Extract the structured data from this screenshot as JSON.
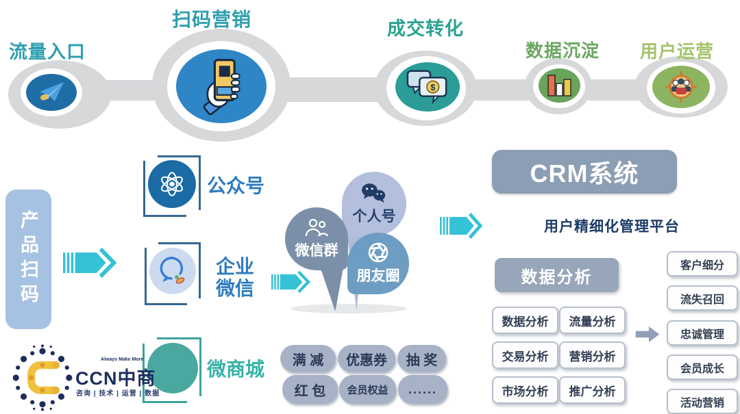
{
  "funnel": {
    "stages": [
      {
        "label": "流量入口",
        "icon": "paper-plane-icon",
        "label_color": "#2f9fae"
      },
      {
        "label": "扫码营销",
        "icon": "scan-phone-icon",
        "label_color": "#2f9fae"
      },
      {
        "label": "成交转化",
        "icon": "chat-money-icon",
        "label_color": "#2aa391"
      },
      {
        "label": "数据沉淀",
        "icon": "bar-chart-icon",
        "label_color": "#6aa75f"
      },
      {
        "label": "用户运营",
        "icon": "target-users-icon",
        "label_color": "#a4c36c"
      }
    ]
  },
  "left_bar": {
    "label": "产品扫码"
  },
  "channels": {
    "official_account": "公众号",
    "enterprise_wechat": "企业\n微信",
    "micro_mall": "微商城"
  },
  "bubbles": {
    "wechat_group": "微信群",
    "personal_account": "个人号",
    "moments": "朋友圈"
  },
  "promos": {
    "full_reduction": "满 减",
    "coupon": "优惠券",
    "lottery": "抽 奖",
    "red_packet": "红 包",
    "member_benefits": "会员权益",
    "more": "......"
  },
  "crm": {
    "title": "CRM系统",
    "subtitle": "用户精细化管理平台",
    "analysis_header": "数据分析",
    "analysis_buttons": [
      "数据分析",
      "流量分析",
      "交易分析",
      "营销分析",
      "市场分析",
      "推广分析"
    ],
    "management_buttons": [
      "客户细分",
      "流失召回",
      "忠诚管理",
      "会员成长",
      "活动营销"
    ]
  },
  "logo": {
    "brand": "CCN中商",
    "tagline": "Always Make More",
    "departments": "咨询 | 技术 | 运营 | 数据"
  },
  "colors": {
    "accent_teal_arrow": "#35c2d6",
    "chain_gray": "#d7d8da",
    "crm_banner": "#8c9eb4",
    "pill_gray_blue": "#a8b2c7",
    "channel_blue": "#2e7bc0",
    "mall_teal": "#35b3a7",
    "brand_navy": "#1d2e5e",
    "brand_yellow": "#f0c23c"
  }
}
